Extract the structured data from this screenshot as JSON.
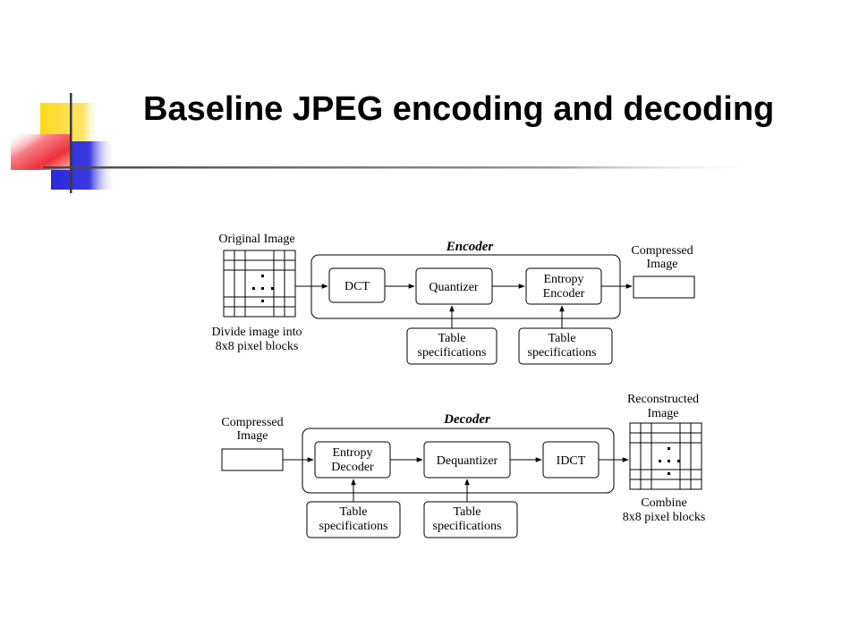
{
  "slide": {
    "title": "Baseline JPEG encoding and decoding"
  },
  "encoder": {
    "section_label": "Encoder",
    "input_label": "Original Image",
    "input_caption": [
      "Divide image into",
      "8x8 pixel blocks"
    ],
    "stages": [
      {
        "lines": [
          "DCT"
        ]
      },
      {
        "lines": [
          "Quantizer"
        ]
      },
      {
        "lines": [
          "Entropy",
          "Encoder"
        ]
      }
    ],
    "table_specs": [
      {
        "lines": [
          "Table",
          "specifications"
        ]
      },
      {
        "lines": [
          "Table",
          "specifications"
        ]
      }
    ],
    "output_label": [
      "Compressed",
      "Image"
    ]
  },
  "decoder": {
    "section_label": "Decoder",
    "input_label": [
      "Compressed",
      "Image"
    ],
    "stages": [
      {
        "lines": [
          "Entropy",
          "Decoder"
        ]
      },
      {
        "lines": [
          "Dequantizer"
        ]
      },
      {
        "lines": [
          "IDCT"
        ]
      }
    ],
    "table_specs": [
      {
        "lines": [
          "Table",
          "specifications"
        ]
      },
      {
        "lines": [
          "Table",
          "specifications"
        ]
      }
    ],
    "output_label": [
      "Reconstructed",
      "Image"
    ],
    "output_caption": [
      "Combine",
      "8x8 pixel blocks"
    ]
  },
  "colors": {
    "decor_yellow": "#ffd81a",
    "decor_red": "#f0303a",
    "decor_blue": "#2a2ad8",
    "line": "#000000",
    "decor_rule": "#555555"
  }
}
